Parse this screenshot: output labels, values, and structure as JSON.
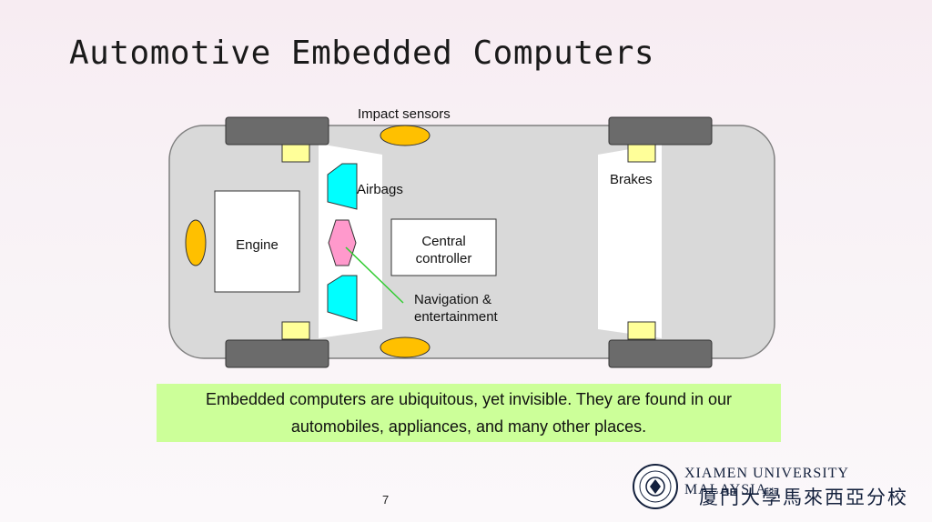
{
  "title": "Automotive Embedded Computers",
  "diagram": {
    "labels": {
      "impact_sensors": "Impact sensors",
      "airbags": "Airbags",
      "brakes": "Brakes",
      "engine": "Engine",
      "central_controller": "Central controller",
      "navigation": "Navigation & entertainment"
    }
  },
  "callout": {
    "text": "Embedded computers are ubiquitous, yet invisible. They are found in our automobiles, appliances, and many other places."
  },
  "footer": {
    "page_number": "7",
    "university_en": "XIAMEN UNIVERSITY MALAYSIA",
    "university_cn": "厦門大學馬來西亞分校"
  },
  "colors": {
    "tire": "#6b6b6b",
    "sensor": "#ffc000",
    "airbag": "#00ffff",
    "navigation": "#ff99cc",
    "brake": "#ffff99",
    "body": "#d9d9d9",
    "callout_bg": "#ccff99"
  }
}
